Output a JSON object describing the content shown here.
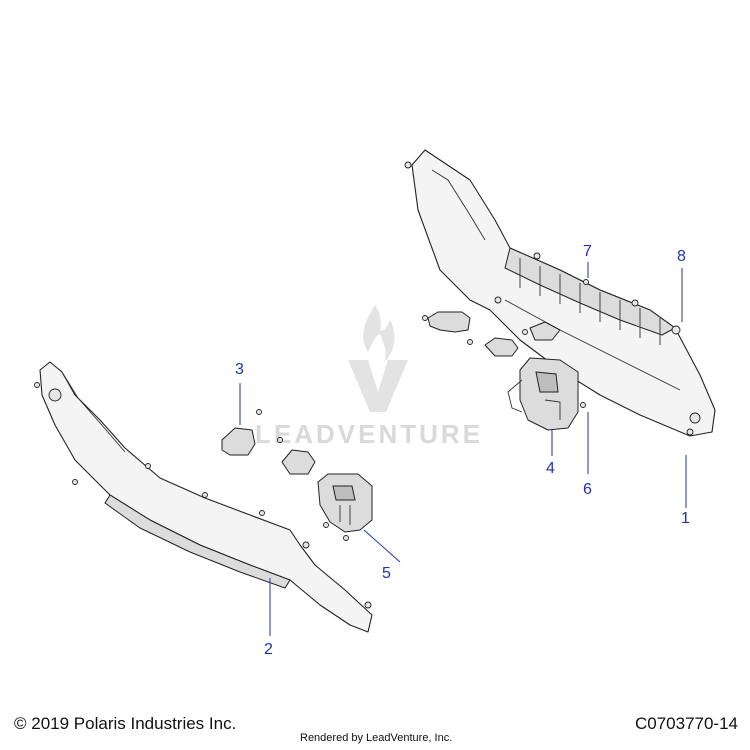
{
  "callouts": [
    {
      "id": "1",
      "label": "1"
    },
    {
      "id": "2",
      "label": "2"
    },
    {
      "id": "3",
      "label": "3"
    },
    {
      "id": "4",
      "label": "4"
    },
    {
      "id": "5",
      "label": "5"
    },
    {
      "id": "6",
      "label": "6"
    },
    {
      "id": "7",
      "label": "7"
    },
    {
      "id": "8",
      "label": "8"
    }
  ],
  "watermark": {
    "text": "LEADVENTURE"
  },
  "footer": {
    "copyright": "© 2019 Polaris Industries Inc.",
    "rendered_by": "Rendered by LeadVenture, Inc.",
    "diagram_code": "C0703770-14"
  },
  "colors": {
    "callout": "#2233aa",
    "line": "#222222"
  }
}
